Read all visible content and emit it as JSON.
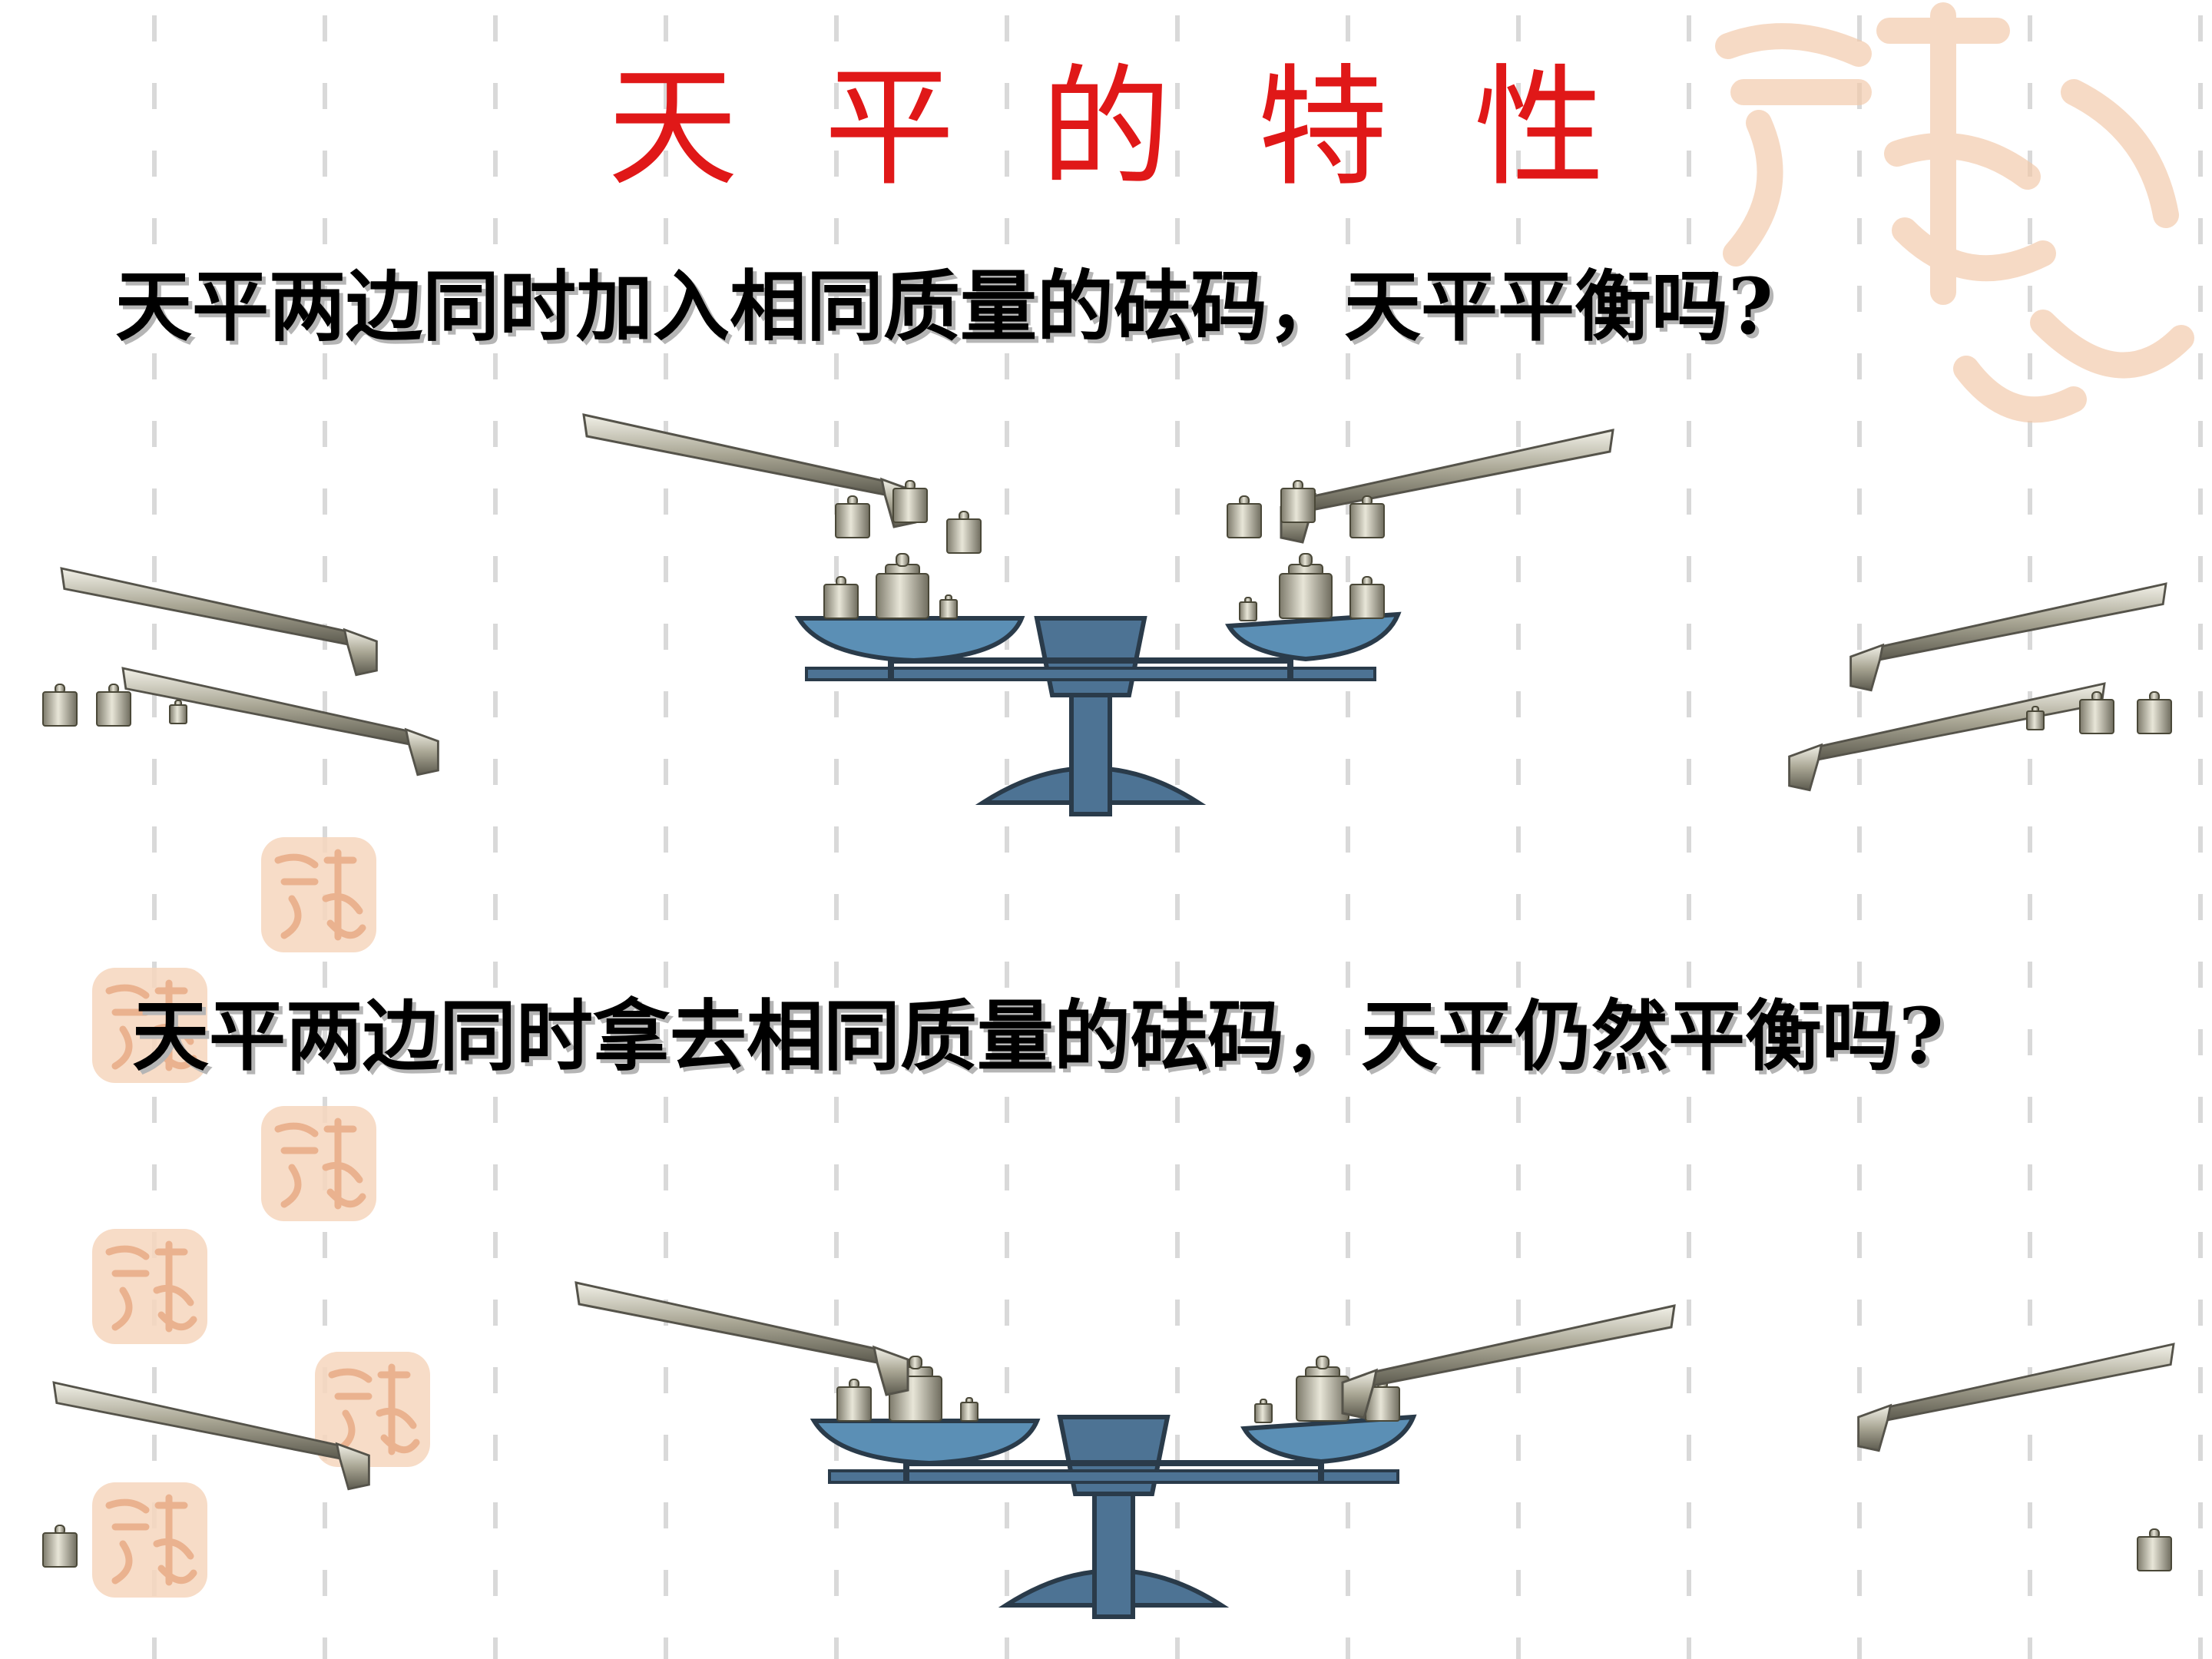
{
  "slide": {
    "title_chars": [
      "天",
      "平",
      "的",
      "特",
      "性"
    ],
    "question_1": "天平两边同时加入相同质量的砝码，天平平衡吗?",
    "question_2": "天平两边同时拿去相同质量的砝码，天平仍然平衡吗?"
  },
  "colors": {
    "title": "#e01818",
    "pan_blue": "#5b8fb5",
    "balance_dark": "#4a6f8f",
    "seal": "#f3c5a2",
    "grid": "#d9d9d9"
  },
  "icons": [
    "tweezers-icon",
    "weight-icon",
    "balance-scale-icon",
    "seal-stamp-icon"
  ]
}
